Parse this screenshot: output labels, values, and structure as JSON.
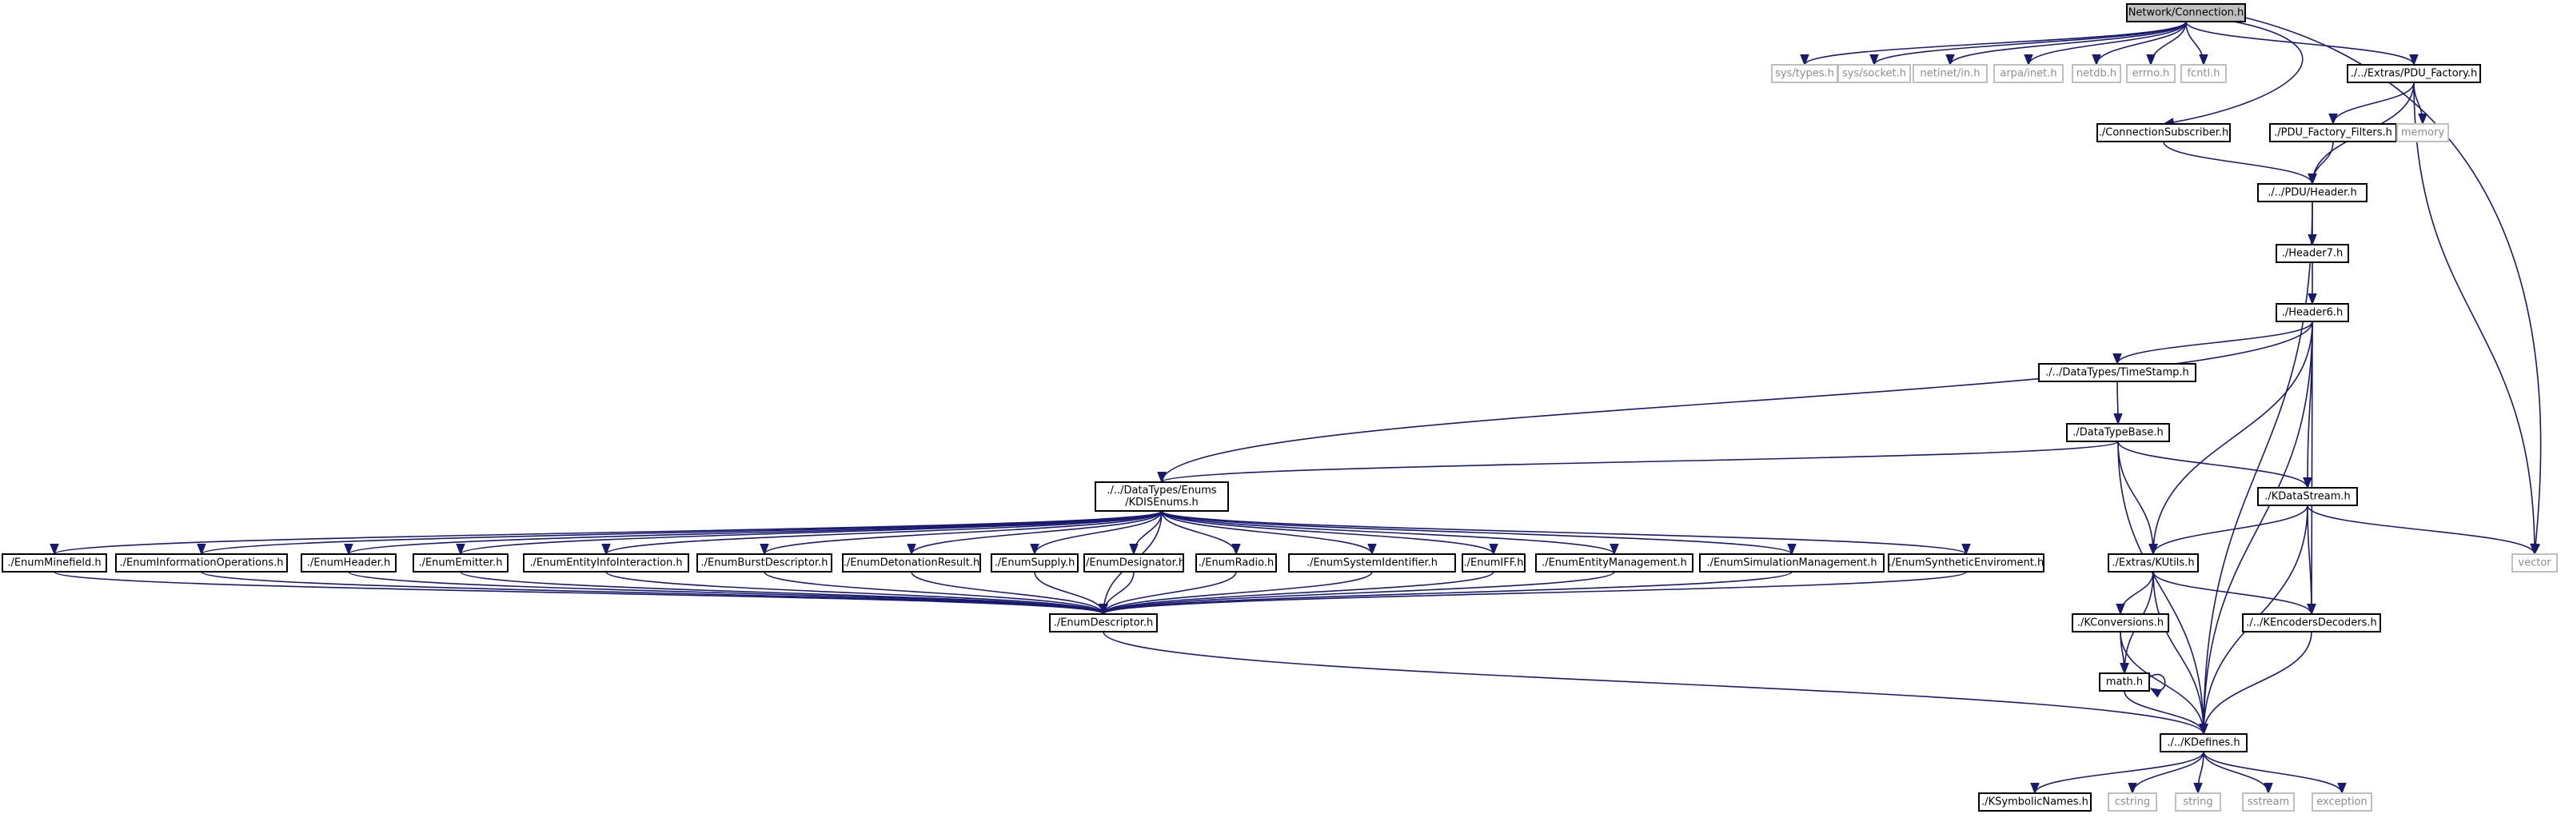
{
  "colors": {
    "edge": "#191970",
    "node_border": "#000000",
    "node_text": "#000000",
    "system_border": "#bfbfbf",
    "system_text": "#8c8c8c",
    "root_fill": "#bfbfbf",
    "node_fill": "#ffffff"
  },
  "nodes": [
    {
      "id": "root",
      "label": "Network/Connection.h",
      "kind": "root"
    },
    {
      "id": "sys_types",
      "label": "sys/types.h",
      "kind": "system"
    },
    {
      "id": "sys_socket",
      "label": "sys/socket.h",
      "kind": "system"
    },
    {
      "id": "netinet_in",
      "label": "netinet/in.h",
      "kind": "system"
    },
    {
      "id": "arpa_inet",
      "label": "arpa/inet.h",
      "kind": "system"
    },
    {
      "id": "netdb",
      "label": "netdb.h",
      "kind": "system"
    },
    {
      "id": "errno",
      "label": "errno.h",
      "kind": "system"
    },
    {
      "id": "fcntl",
      "label": "fcntl.h",
      "kind": "system"
    },
    {
      "id": "pdu_factory",
      "label": "./../Extras/PDU_Factory.h",
      "kind": "file"
    },
    {
      "id": "conn_sub",
      "label": "./ConnectionSubscriber.h",
      "kind": "file"
    },
    {
      "id": "pdu_filters",
      "label": "./PDU_Factory_Filters.h",
      "kind": "file"
    },
    {
      "id": "memory",
      "label": "memory",
      "kind": "system"
    },
    {
      "id": "pdu_header",
      "label": "./../PDU/Header.h",
      "kind": "file"
    },
    {
      "id": "header7",
      "label": "./Header7.h",
      "kind": "file"
    },
    {
      "id": "header6",
      "label": "./Header6.h",
      "kind": "file"
    },
    {
      "id": "timestamp",
      "label": "./../DataTypes/TimeStamp.h",
      "kind": "file"
    },
    {
      "id": "datatypebase",
      "label": "./DataTypeBase.h",
      "kind": "file"
    },
    {
      "id": "kdisenums",
      "label": "./../DataTypes/Enums\n/KDISEnums.h",
      "kind": "file"
    },
    {
      "id": "kdatastream",
      "label": "./KDataStream.h",
      "kind": "file"
    },
    {
      "id": "vector",
      "label": "vector",
      "kind": "system"
    },
    {
      "id": "kutils",
      "label": "./Extras/KUtils.h",
      "kind": "file"
    },
    {
      "id": "kconversions",
      "label": "./KConversions.h",
      "kind": "file"
    },
    {
      "id": "kencoders",
      "label": "./../KEncodersDecoders.h",
      "kind": "file"
    },
    {
      "id": "math",
      "label": "math.h",
      "kind": "file"
    },
    {
      "id": "kdefines",
      "label": "./../KDefines.h",
      "kind": "file"
    },
    {
      "id": "ksymbolic",
      "label": "./KSymbolicNames.h",
      "kind": "file"
    },
    {
      "id": "cstring",
      "label": "cstring",
      "kind": "system"
    },
    {
      "id": "string",
      "label": "string",
      "kind": "system"
    },
    {
      "id": "sstream",
      "label": "sstream",
      "kind": "system"
    },
    {
      "id": "exception",
      "label": "exception",
      "kind": "system"
    },
    {
      "id": "e_minefield",
      "label": "./EnumMinefield.h",
      "kind": "file"
    },
    {
      "id": "e_infoops",
      "label": "./EnumInformationOperations.h",
      "kind": "file"
    },
    {
      "id": "e_header",
      "label": "./EnumHeader.h",
      "kind": "file"
    },
    {
      "id": "e_emitter",
      "label": "./EnumEmitter.h",
      "kind": "file"
    },
    {
      "id": "e_entityinfo",
      "label": "./EnumEntityInfoInteraction.h",
      "kind": "file"
    },
    {
      "id": "e_burst",
      "label": "./EnumBurstDescriptor.h",
      "kind": "file"
    },
    {
      "id": "e_detonation",
      "label": "./EnumDetonationResult.h",
      "kind": "file"
    },
    {
      "id": "e_supply",
      "label": "./EnumSupply.h",
      "kind": "file"
    },
    {
      "id": "e_designator",
      "label": "./EnumDesignator.h",
      "kind": "file"
    },
    {
      "id": "e_radio",
      "label": "./EnumRadio.h",
      "kind": "file"
    },
    {
      "id": "e_sysid",
      "label": "./EnumSystemIdentifier.h",
      "kind": "file"
    },
    {
      "id": "e_iff",
      "label": "./EnumIFF.h",
      "kind": "file"
    },
    {
      "id": "e_entitymgmt",
      "label": "./EnumEntityManagement.h",
      "kind": "file"
    },
    {
      "id": "e_simmgmt",
      "label": "./EnumSimulationManagement.h",
      "kind": "file"
    },
    {
      "id": "e_synth",
      "label": "./EnumSyntheticEnviroment.h",
      "kind": "file"
    },
    {
      "id": "enumdescriptor",
      "label": "./EnumDescriptor.h",
      "kind": "file"
    }
  ],
  "edges": [
    [
      "root",
      "sys_types"
    ],
    [
      "root",
      "sys_socket"
    ],
    [
      "root",
      "netinet_in"
    ],
    [
      "root",
      "arpa_inet"
    ],
    [
      "root",
      "netdb"
    ],
    [
      "root",
      "errno"
    ],
    [
      "root",
      "fcntl"
    ],
    [
      "root",
      "pdu_factory"
    ],
    [
      "root",
      "conn_sub"
    ],
    [
      "root",
      "vector"
    ],
    [
      "pdu_factory",
      "pdu_filters"
    ],
    [
      "pdu_factory",
      "memory"
    ],
    [
      "pdu_factory",
      "pdu_header"
    ],
    [
      "pdu_factory",
      "vector"
    ],
    [
      "conn_sub",
      "pdu_header"
    ],
    [
      "pdu_filters",
      "pdu_header"
    ],
    [
      "pdu_header",
      "header7"
    ],
    [
      "pdu_header",
      "kdefines"
    ],
    [
      "header7",
      "header6"
    ],
    [
      "header6",
      "timestamp"
    ],
    [
      "header6",
      "kdisenums"
    ],
    [
      "header6",
      "kdatastream"
    ],
    [
      "header6",
      "kutils"
    ],
    [
      "header6",
      "kencoders"
    ],
    [
      "header6",
      "kdefines"
    ],
    [
      "timestamp",
      "datatypebase"
    ],
    [
      "datatypebase",
      "kdisenums"
    ],
    [
      "datatypebase",
      "kdatastream"
    ],
    [
      "datatypebase",
      "kutils"
    ],
    [
      "datatypebase",
      "kdefines"
    ],
    [
      "kdatastream",
      "vector"
    ],
    [
      "kdatastream",
      "kutils"
    ],
    [
      "kdatastream",
      "kencoders"
    ],
    [
      "kdatastream",
      "kdefines"
    ],
    [
      "kutils",
      "kconversions"
    ],
    [
      "kutils",
      "math"
    ],
    [
      "kutils",
      "kencoders"
    ],
    [
      "kutils",
      "kdefines"
    ],
    [
      "kconversions",
      "math"
    ],
    [
      "kconversions",
      "kdefines"
    ],
    [
      "math",
      "math"
    ],
    [
      "math",
      "kdefines"
    ],
    [
      "kencoders",
      "kdefines"
    ],
    [
      "kdefines",
      "ksymbolic"
    ],
    [
      "kdefines",
      "cstring"
    ],
    [
      "kdefines",
      "string"
    ],
    [
      "kdefines",
      "sstream"
    ],
    [
      "kdefines",
      "exception"
    ],
    [
      "kdisenums",
      "e_minefield"
    ],
    [
      "kdisenums",
      "e_infoops"
    ],
    [
      "kdisenums",
      "e_header"
    ],
    [
      "kdisenums",
      "e_emitter"
    ],
    [
      "kdisenums",
      "e_entityinfo"
    ],
    [
      "kdisenums",
      "e_burst"
    ],
    [
      "kdisenums",
      "e_detonation"
    ],
    [
      "kdisenums",
      "e_supply"
    ],
    [
      "kdisenums",
      "e_designator"
    ],
    [
      "kdisenums",
      "e_radio"
    ],
    [
      "kdisenums",
      "e_sysid"
    ],
    [
      "kdisenums",
      "e_iff"
    ],
    [
      "kdisenums",
      "e_entitymgmt"
    ],
    [
      "kdisenums",
      "e_simmgmt"
    ],
    [
      "kdisenums",
      "e_synth"
    ],
    [
      "kdisenums",
      "enumdescriptor"
    ],
    [
      "e_minefield",
      "enumdescriptor"
    ],
    [
      "e_infoops",
      "enumdescriptor"
    ],
    [
      "e_header",
      "enumdescriptor"
    ],
    [
      "e_emitter",
      "enumdescriptor"
    ],
    [
      "e_entityinfo",
      "enumdescriptor"
    ],
    [
      "e_burst",
      "enumdescriptor"
    ],
    [
      "e_detonation",
      "enumdescriptor"
    ],
    [
      "e_supply",
      "enumdescriptor"
    ],
    [
      "e_designator",
      "enumdescriptor"
    ],
    [
      "e_radio",
      "enumdescriptor"
    ],
    [
      "e_sysid",
      "enumdescriptor"
    ],
    [
      "e_iff",
      "enumdescriptor"
    ],
    [
      "e_entitymgmt",
      "enumdescriptor"
    ],
    [
      "e_simmgmt",
      "enumdescriptor"
    ],
    [
      "e_synth",
      "enumdescriptor"
    ],
    [
      "enumdescriptor",
      "kdefines"
    ]
  ]
}
